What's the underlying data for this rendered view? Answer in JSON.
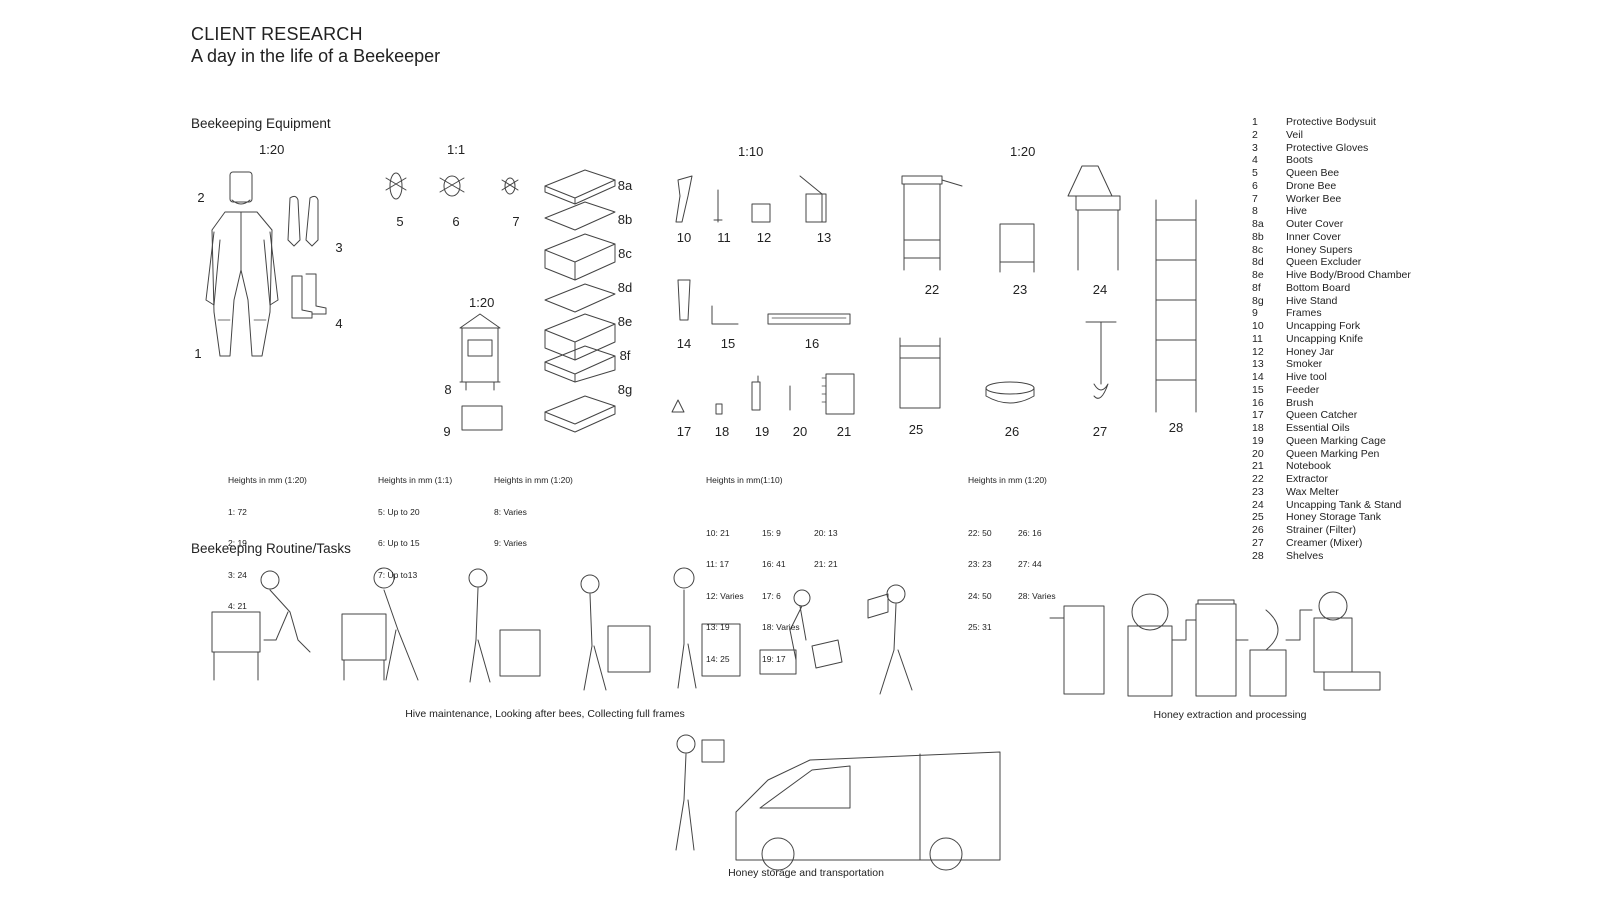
{
  "header": {
    "title": "CLIENT RESEARCH",
    "subtitle": "A day in the life of a Beekeeper"
  },
  "sections": {
    "equipment": "Beekeeping Equipment",
    "routine": "Beekeeping Routine/Tasks"
  },
  "scales": [
    "1:20",
    "1:1",
    "1:20",
    "1:10",
    "1:20"
  ],
  "item_numbers": [
    "1",
    "2",
    "3",
    "4",
    "5",
    "6",
    "7",
    "8",
    "9",
    "8a",
    "8b",
    "8c",
    "8d",
    "8e",
    "8f",
    "8g",
    "10",
    "11",
    "12",
    "13",
    "14",
    "15",
    "16",
    "17",
    "18",
    "19",
    "20",
    "21",
    "22",
    "23",
    "24",
    "25",
    "26",
    "27",
    "28"
  ],
  "dimensions": {
    "group1": {
      "title": "Heights in mm (1:20)",
      "lines": [
        "1: 72",
        "2: 19",
        "3: 24",
        "4: 21"
      ]
    },
    "group2": {
      "title": "Heights in mm (1:1)",
      "lines": [
        "5: Up to 20",
        "6: Up to 15",
        "7: Up to13"
      ]
    },
    "group3": {
      "title": "Heights in mm (1:20)",
      "lines": [
        "8: Varies",
        "9: Varies"
      ]
    },
    "group4": {
      "title": "Heights in mm(1:10)",
      "col1": [
        "10: 21",
        "11: 17",
        "12: Varies",
        "13: 19",
        "14: 25"
      ],
      "col2": [
        "15: 9",
        "16: 41",
        "17: 6",
        "18: Varies",
        "19: 17"
      ],
      "col3": [
        "20: 13",
        "21: 21"
      ]
    },
    "group5": {
      "title": "Heights in mm (1:20)",
      "col1": [
        "22: 50",
        "23: 23",
        "24: 50",
        "25: 31"
      ],
      "col2": [
        "26: 16",
        "27: 44",
        "28: Varies"
      ]
    }
  },
  "legend": [
    {
      "num": "1",
      "label": "Protective Bodysuit"
    },
    {
      "num": "2",
      "label": "Veil"
    },
    {
      "num": "3",
      "label": "Protective Gloves"
    },
    {
      "num": "4",
      "label": "Boots"
    },
    {
      "num": "5",
      "label": "Queen Bee"
    },
    {
      "num": "6",
      "label": "Drone Bee"
    },
    {
      "num": "7",
      "label": "Worker Bee"
    },
    {
      "num": "8",
      "label": "Hive"
    },
    {
      "num": "8a",
      "label": "Outer Cover"
    },
    {
      "num": "8b",
      "label": "Inner Cover"
    },
    {
      "num": "8c",
      "label": "Honey Supers"
    },
    {
      "num": "8d",
      "label": "Queen Excluder"
    },
    {
      "num": "8e",
      "label": "Hive Body/Brood Chamber"
    },
    {
      "num": "8f",
      "label": "Bottom Board"
    },
    {
      "num": "8g",
      "label": "Hive Stand"
    },
    {
      "num": "9",
      "label": "Frames"
    },
    {
      "num": "10",
      "label": "Uncapping Fork"
    },
    {
      "num": "11",
      "label": "Uncapping Knife"
    },
    {
      "num": "12",
      "label": "Honey Jar"
    },
    {
      "num": "13",
      "label": "Smoker"
    },
    {
      "num": "14",
      "label": "Hive tool"
    },
    {
      "num": "15",
      "label": "Feeder"
    },
    {
      "num": "16",
      "label": "Brush"
    },
    {
      "num": "17",
      "label": "Queen Catcher"
    },
    {
      "num": "18",
      "label": "Essential Oils"
    },
    {
      "num": "19",
      "label": "Queen Marking Cage"
    },
    {
      "num": "20",
      "label": "Queen Marking Pen"
    },
    {
      "num": "21",
      "label": "Notebook"
    },
    {
      "num": "22",
      "label": "Extractor"
    },
    {
      "num": "23",
      "label": "Wax Melter"
    },
    {
      "num": "24",
      "label": "Uncapping Tank & Stand"
    },
    {
      "num": "25",
      "label": "Honey Storage Tank"
    },
    {
      "num": "26",
      "label": "Strainer (Filter)"
    },
    {
      "num": "27",
      "label": "Creamer (Mixer)"
    },
    {
      "num": "28",
      "label": "Shelves"
    }
  ],
  "captions": {
    "maintenance": "Hive maintenance, Looking after bees, Collecting full frames",
    "extraction": "Honey extraction and processing",
    "storage": "Honey storage and transportation"
  },
  "icons": [
    "bodysuit-icon",
    "veil-icon",
    "gloves-icon",
    "boots-icon",
    "bee-icon",
    "hive-icon",
    "frame-icon",
    "tool-icon",
    "smoker-icon",
    "extractor-icon",
    "tank-icon",
    "ladder-icon",
    "beekeeper-figure-icon",
    "van-icon"
  ]
}
